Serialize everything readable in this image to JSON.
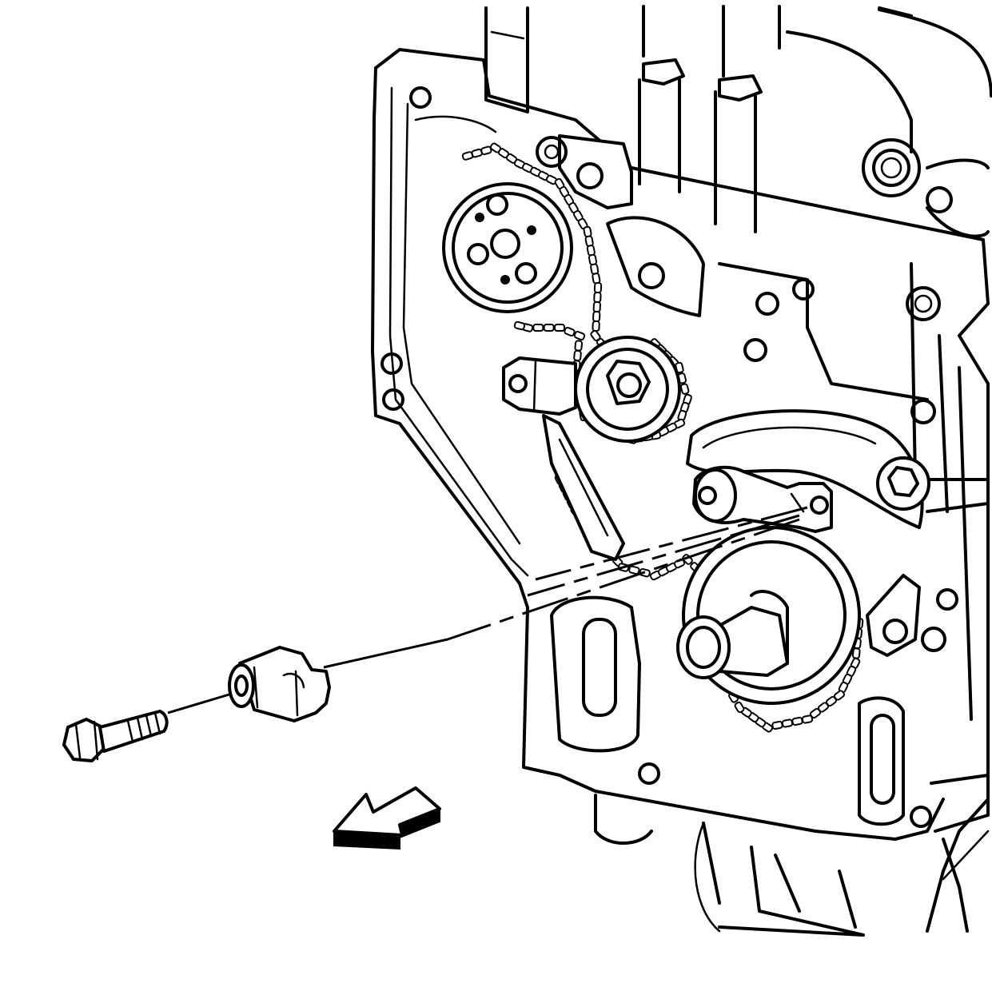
{
  "diagram": {
    "components": [
      {
        "id": "engine-block",
        "kind": "engine front cover area"
      },
      {
        "id": "timing-chain",
        "kind": "chain"
      },
      {
        "id": "camshaft-sprocket",
        "kind": "sprocket"
      },
      {
        "id": "idler-sprocket",
        "kind": "sprocket"
      },
      {
        "id": "crankshaft-sprocket",
        "kind": "sprocket"
      },
      {
        "id": "chain-tensioner",
        "kind": "tensioner"
      },
      {
        "id": "chain-guide",
        "kind": "guide"
      },
      {
        "id": "guide-bolt",
        "kind": "bolt"
      },
      {
        "id": "bolt-spacer",
        "kind": "spacer"
      }
    ],
    "indicators": [
      {
        "id": "removal-direction-arrow",
        "icon": "arrow-left-icon"
      }
    ],
    "colors": {
      "line": "#000000",
      "background": "#ffffff"
    }
  }
}
